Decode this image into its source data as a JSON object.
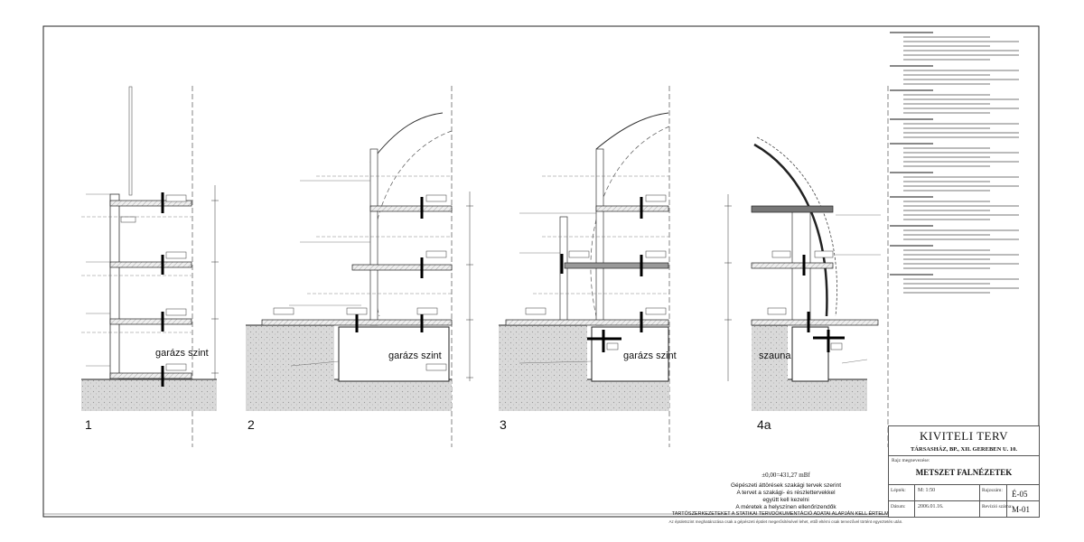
{
  "sections": [
    {
      "number": "1",
      "room_label": "garázs szint"
    },
    {
      "number": "2",
      "room_label": "garázs szint"
    },
    {
      "number": "3",
      "room_label": "garázs szint"
    },
    {
      "number": "4a",
      "room_label": "szauna"
    }
  ],
  "notes": {
    "level": "±0,00=431,27 mBf",
    "line1": "Gépészeti áttörések  szakági tervek szerint",
    "line2": "A tervet a szakági- és részlettervekkel",
    "line3": "együtt kell kezelni",
    "line4": "A méretek a helyszínen ellenőrizendők",
    "line5": "TARTÓSZERKEZETEKET A STATIKAI TERVDOKUMENTÁCIÓ ADATAI ALAPJÁN KELL ÉRTELMEZNI",
    "line6": "Az épületszint meghatározása csak a gépészeti épület megerősítésével lehet, ettől eltérni csak tervezővel történt egyeztetés után."
  },
  "title_block": {
    "title": "KIVITELI TERV",
    "project": "TÁRSASHÁZ, BP., XII. GEREBEN U. 10.",
    "drawing_label": "Rajz megnevezése:",
    "drawing_title": "METSZET FALNÉZETEK",
    "scale_label": "Lépték:",
    "scale": "M: 1:50",
    "sheet_label": "Rajzszám:",
    "sheet_no": "É-05",
    "date_label": "Dátum:",
    "date": "2006.01.16.",
    "rev_label": "Revízió száma:",
    "rev": "M-01"
  }
}
